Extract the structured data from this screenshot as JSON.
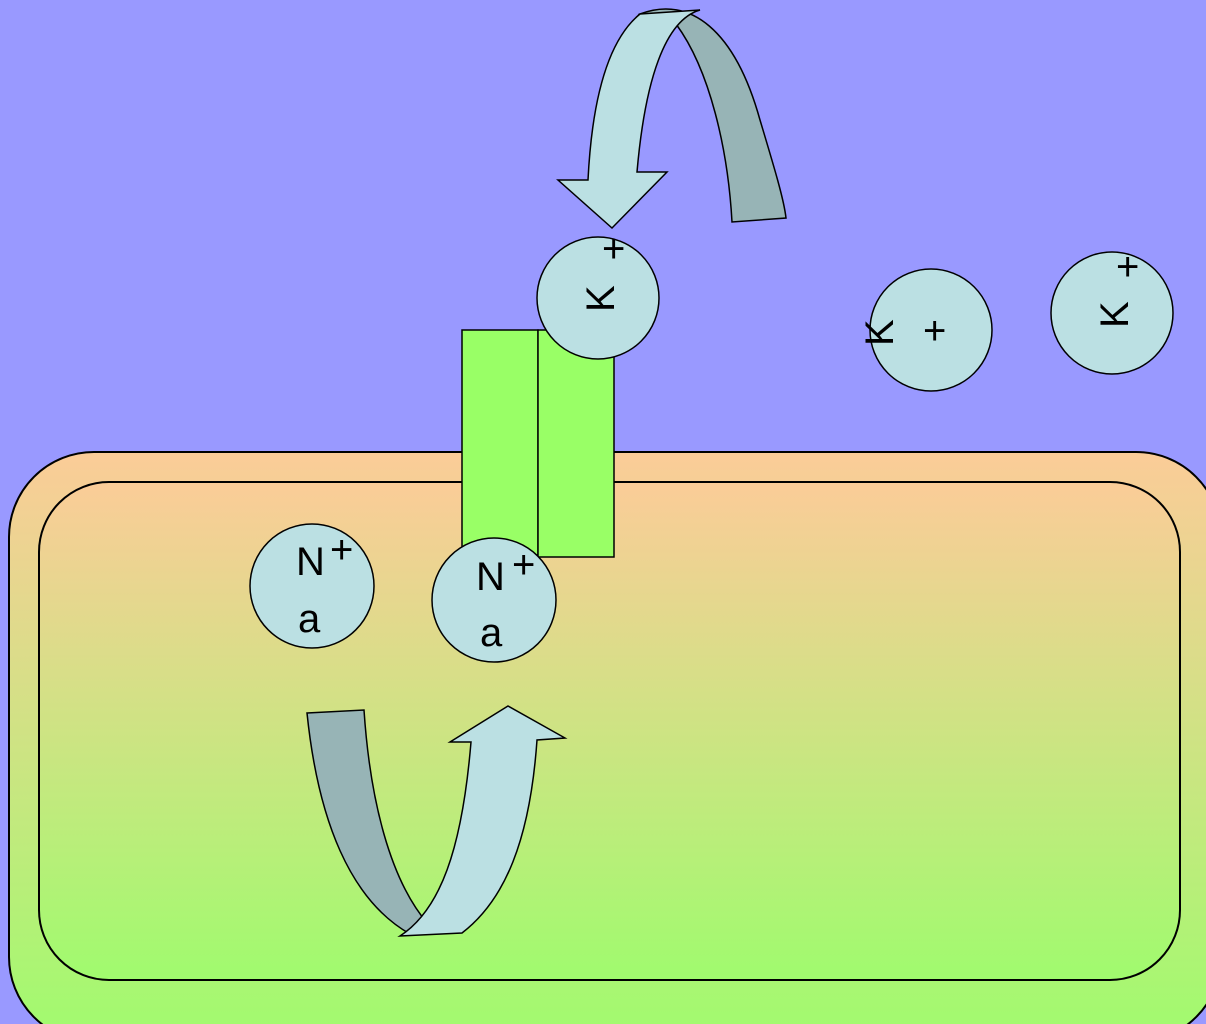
{
  "colors": {
    "background": "#9999ff",
    "cell_top": "#fbcc98",
    "cell_bottom": "#a0fb6e",
    "ion_fill": "#bbe0e3",
    "channel_fill": "#99ff66",
    "arrow_front": "#bbe0e3",
    "arrow_back": "#97b4b6"
  },
  "ions": {
    "na_1": {
      "line1": "N",
      "sup": "+",
      "line2": "a"
    },
    "na_2": {
      "line1": "N",
      "sup": "+",
      "line2": "a"
    },
    "k_top": {
      "symbol": "K",
      "sup": "+"
    },
    "k_mid": {
      "symbol": "K",
      "sup": "+"
    },
    "k_right": {
      "symbol": "K",
      "sup": "+"
    }
  },
  "icons": {
    "top_arrow": "curved-down-arrow-icon",
    "bottom_arrow": "curved-up-arrow-icon"
  }
}
